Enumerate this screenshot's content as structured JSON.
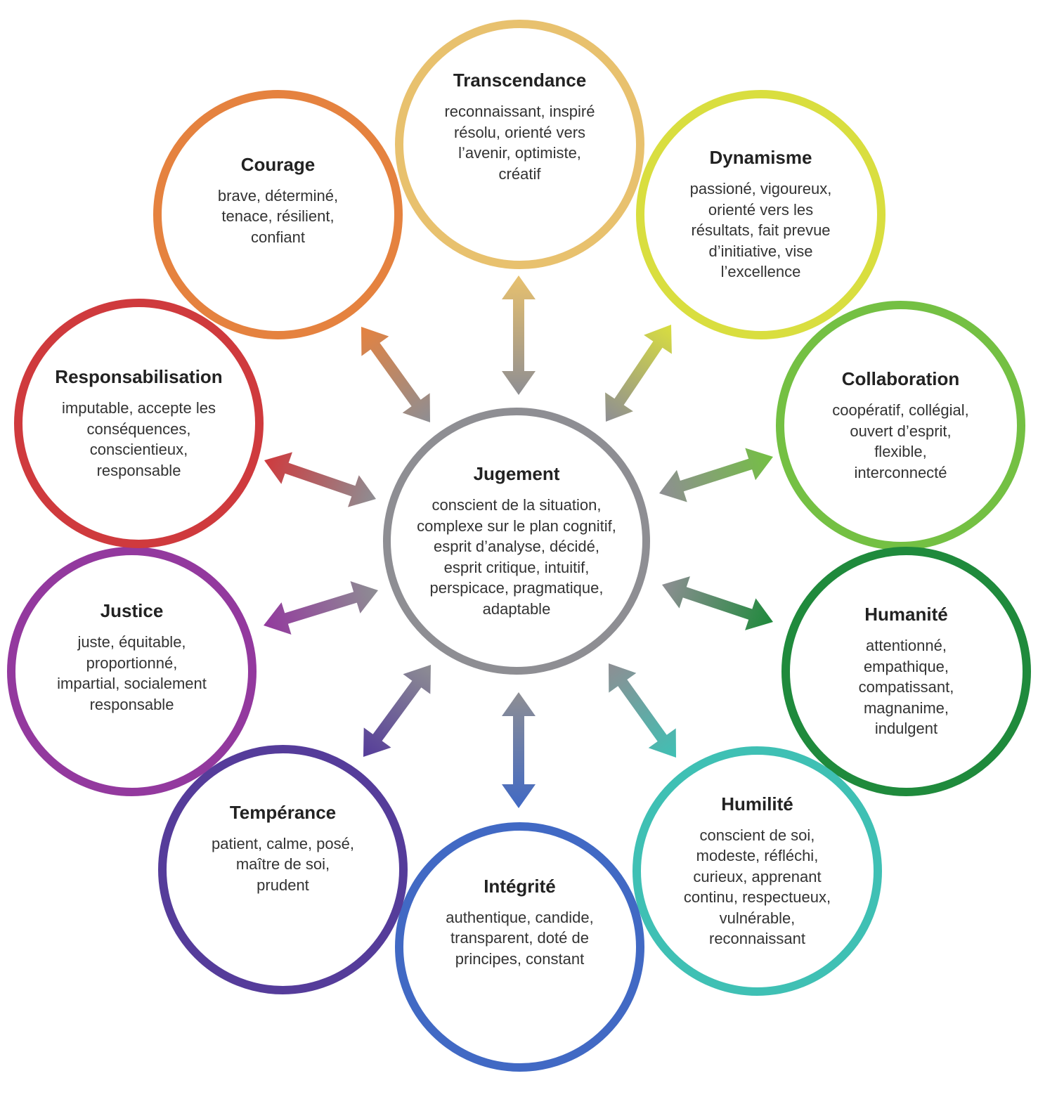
{
  "center": {
    "title": "Jugement",
    "lines": [
      "conscient de la situation,",
      "complexe sur le plan cognitif,",
      "esprit d’analyse, décidé,",
      "esprit critique, intuitif,",
      "perspicace, pragmatique,",
      "adaptable"
    ],
    "color": "#8e8e93"
  },
  "nodes": [
    {
      "id": "transcendance",
      "title": "Transcendance",
      "lines": [
        "reconnaissant, inspiré",
        "résolu, orienté vers",
        "l’avenir, optimiste,",
        "créatif"
      ],
      "color": "#e8c16e"
    },
    {
      "id": "dynamisme",
      "title": "Dynamisme",
      "lines": [
        "passioné, vigoureux,",
        "orienté vers les",
        "résultats, fait prevue",
        "d’initiative, vise",
        "l’excellence"
      ],
      "color": "#d9de3f"
    },
    {
      "id": "collaboration",
      "title": "Collaboration",
      "lines": [
        "coopératif, collégial,",
        "ouvert d’esprit,",
        "flexible,",
        "interconnecté"
      ],
      "color": "#74c043"
    },
    {
      "id": "humanite",
      "title": "Humanité",
      "lines": [
        "attentionné,",
        "empathique,",
        "compatissant,",
        "magnanime,",
        "indulgent"
      ],
      "color": "#1f8a3c"
    },
    {
      "id": "humilite",
      "title": "Humilité",
      "lines": [
        "conscient de soi,",
        "modeste, réfléchi,",
        "curieux, apprenant",
        "continu, respectueux,",
        "vulnérable,",
        "reconnaissant"
      ],
      "color": "#3fc0b4"
    },
    {
      "id": "integrite",
      "title": "Intégrité",
      "lines": [
        "authentique, candide,",
        "transparent, doté de",
        "principes, constant"
      ],
      "color": "#4169c4"
    },
    {
      "id": "temperance",
      "title": "Tempérance",
      "lines": [
        "patient, calme, posé,",
        "maître de soi,",
        "prudent"
      ],
      "color": "#553c9a"
    },
    {
      "id": "justice",
      "title": "Justice",
      "lines": [
        "juste, équitable,",
        "proportionné,",
        "impartial, socialement",
        "responsable"
      ],
      "color": "#93399e"
    },
    {
      "id": "responsabilisation",
      "title": "Responsabilisation",
      "lines": [
        "imputable, accepte les",
        "conséquences,",
        "conscientieux,",
        "responsable"
      ],
      "color": "#cf3a3d"
    },
    {
      "id": "courage",
      "title": "Courage",
      "lines": [
        "brave, déterminé,",
        "tenace, résilient,",
        "confiant"
      ],
      "color": "#e5823f"
    }
  ]
}
